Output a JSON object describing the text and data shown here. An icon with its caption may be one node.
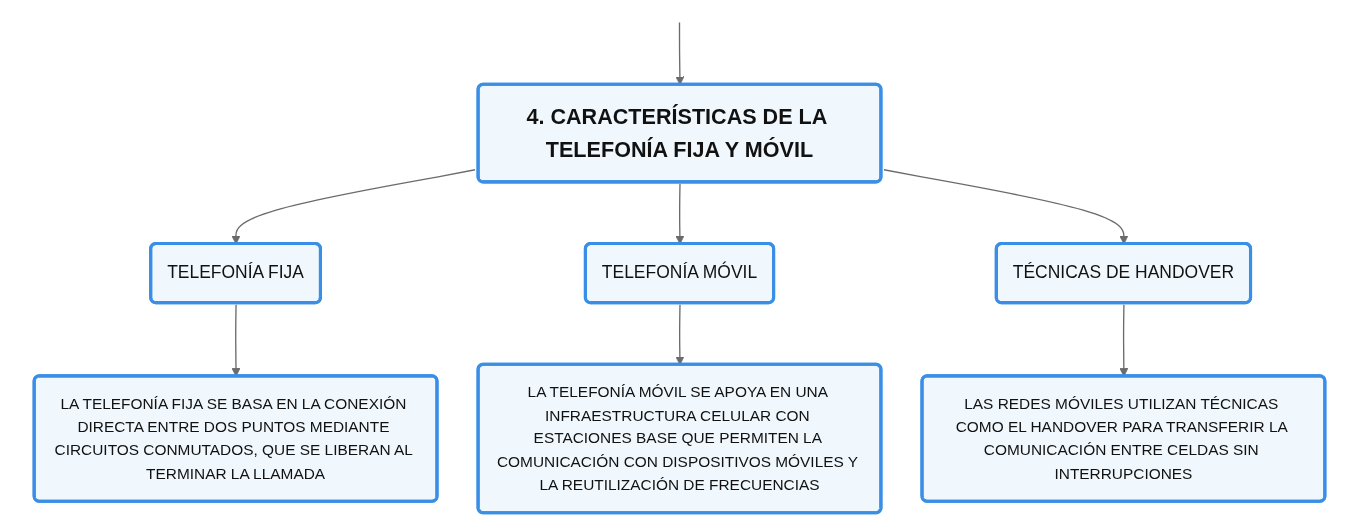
{
  "diagram": {
    "nodes": [
      {
        "text": [
          "4. CARACTERÍSTICAS DE LA TELEFONÍA FIJA Y MÓVIL"
        ]
      },
      {
        "text": [
          "TELEFONÍA FIJA"
        ]
      },
      {
        "text": [
          "TELEFONÍA MÓVIL"
        ]
      },
      {
        "text": [
          "TÉCNICAS DE HANDOVER"
        ]
      },
      {
        "text": [
          "LA TELEFONÍA FIJA SE BASA EN LA CONEXIÓN DIRECTA ENTRE DOS PUNTOS MEDIANTE CIRCUITOS CONMUTADOS, QUE SE LIBERAN AL TERMINAR LA LLAMADA"
        ]
      },
      {
        "text": [
          "LA TELEFONÍA MÓVIL SE APOYA EN UNA INFRAESTRUCTURA CELULAR CON ESTACIONES BASE QUE PERMITEN LA COMUNICACIÓN CON DISPOSITIVOS MÓVILES Y LA REUTILIZACIÓN DE FRECUENCIAS"
        ]
      },
      {
        "text": [
          "LAS REDES MÓVILES UTILIZAN TÉCNICAS COMO EL HANDOVER PARA TRANSFERIR LA COMUNICACIÓN ENTRE CELDAS SIN INTERRUPCIONES"
        ]
      }
    ],
    "edges": [
      {
        "from": null,
        "to": 0,
        "arrow": "to"
      },
      {
        "from": 0,
        "to": 1,
        "arrow": "to"
      },
      {
        "from": 0,
        "to": 2,
        "arrow": "to"
      },
      {
        "from": 0,
        "to": 3,
        "arrow": "to"
      },
      {
        "from": 1,
        "to": 4,
        "arrow": "to"
      },
      {
        "from": 2,
        "to": 5,
        "arrow": "to"
      },
      {
        "from": 3,
        "to": 6,
        "arrow": "to"
      }
    ]
  }
}
